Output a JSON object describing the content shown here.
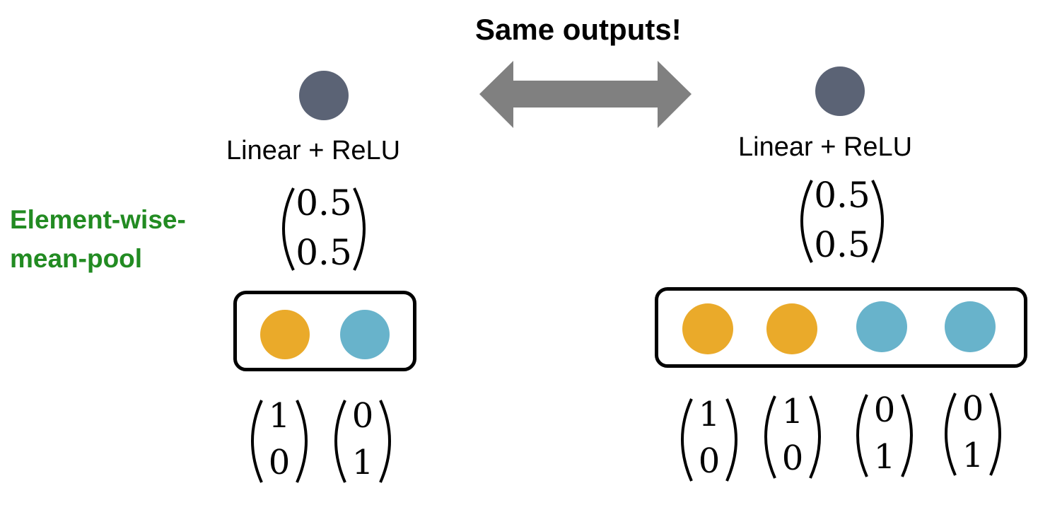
{
  "title": "Same outputs!",
  "side_label": [
    "Element-wise-",
    "mean-pool"
  ],
  "colors": {
    "output_node": "#5b6375",
    "yellow_node": "#EAAA2A",
    "blue_node": "#68B3CB",
    "arrow": "#808080",
    "side_label": "#228B22"
  },
  "left": {
    "layer_label": "Linear + ReLU",
    "pooled": [
      "0.5",
      "0.5"
    ],
    "inputs": [
      [
        "1",
        "0"
      ],
      [
        "0",
        "1"
      ]
    ]
  },
  "right": {
    "layer_label": "Linear + ReLU",
    "pooled": [
      "0.5",
      "0.5"
    ],
    "inputs": [
      [
        "1",
        "0"
      ],
      [
        "1",
        "0"
      ],
      [
        "0",
        "1"
      ],
      [
        "0",
        "1"
      ]
    ]
  }
}
